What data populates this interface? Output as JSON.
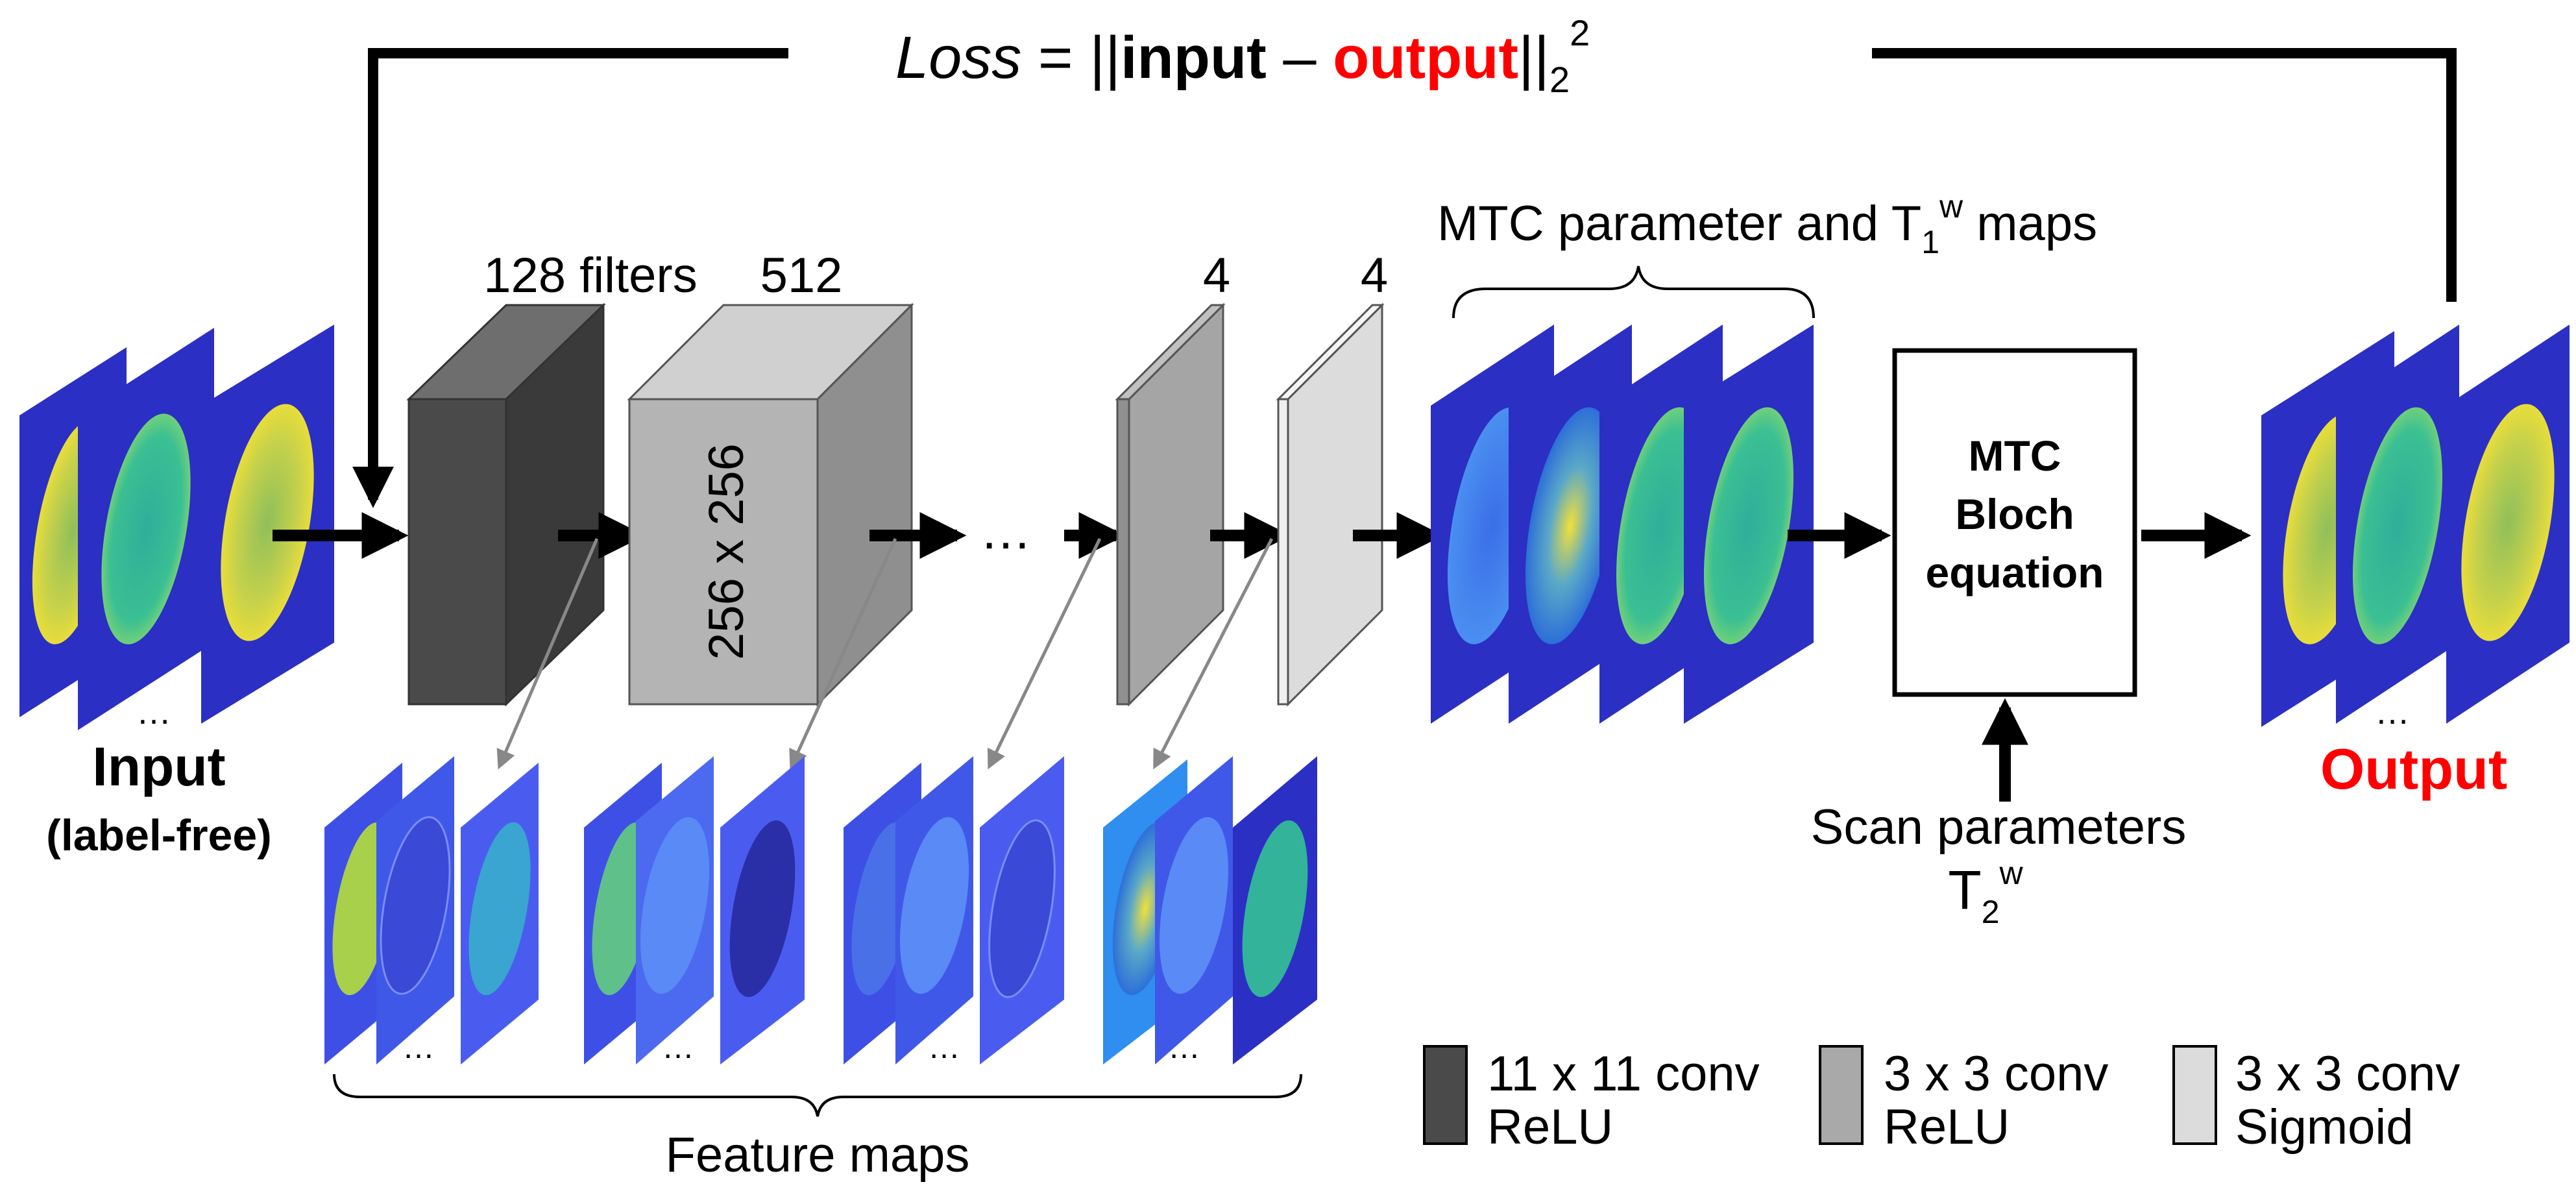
{
  "loss": {
    "italic": "Loss",
    "equals": " = ||",
    "input": "input",
    "dash": " – ",
    "output": "output",
    "norm": "||",
    "sub": "2",
    "sup": "2"
  },
  "layers": {
    "first_label": "128 filters",
    "second_label": "512",
    "third_label": "4",
    "fourth_label": "4",
    "volume_size": "256 x 256",
    "ellipsis": "…"
  },
  "mtc_maps": {
    "label_main": "MTC parameter and T",
    "label_sub": "1",
    "label_sup": "w",
    "label_tail": " maps"
  },
  "bloch_box": {
    "line1": "MTC",
    "line2": "Bloch",
    "line3": "equation"
  },
  "scan_params": {
    "line1": "Scan parameters",
    "line2_main": "T",
    "line2_sub": "2",
    "line2_sup": "w"
  },
  "input": {
    "title": "Input",
    "subtitle": "(label-free)",
    "dots": "…"
  },
  "output": {
    "title": "Output",
    "dots": "…"
  },
  "feature_maps": {
    "label": "Feature maps",
    "dots": "…"
  },
  "legend": [
    {
      "line1": "11 x 11 conv",
      "line2": "ReLU",
      "color": "#4a4a4a"
    },
    {
      "line1": "3 x 3 conv",
      "line2": "ReLU",
      "color": "#a9a9a9"
    },
    {
      "line1": "3 x 3 conv",
      "line2": "Sigmoid",
      "color": "#dcdcdc"
    }
  ],
  "colors": {
    "slice_bg": "#2b2fc4",
    "brain_yellow": "#c9d64a",
    "brain_teal": "#32b39a",
    "feature_bg": "#3e4fe6",
    "output_red": "#ff0000"
  }
}
